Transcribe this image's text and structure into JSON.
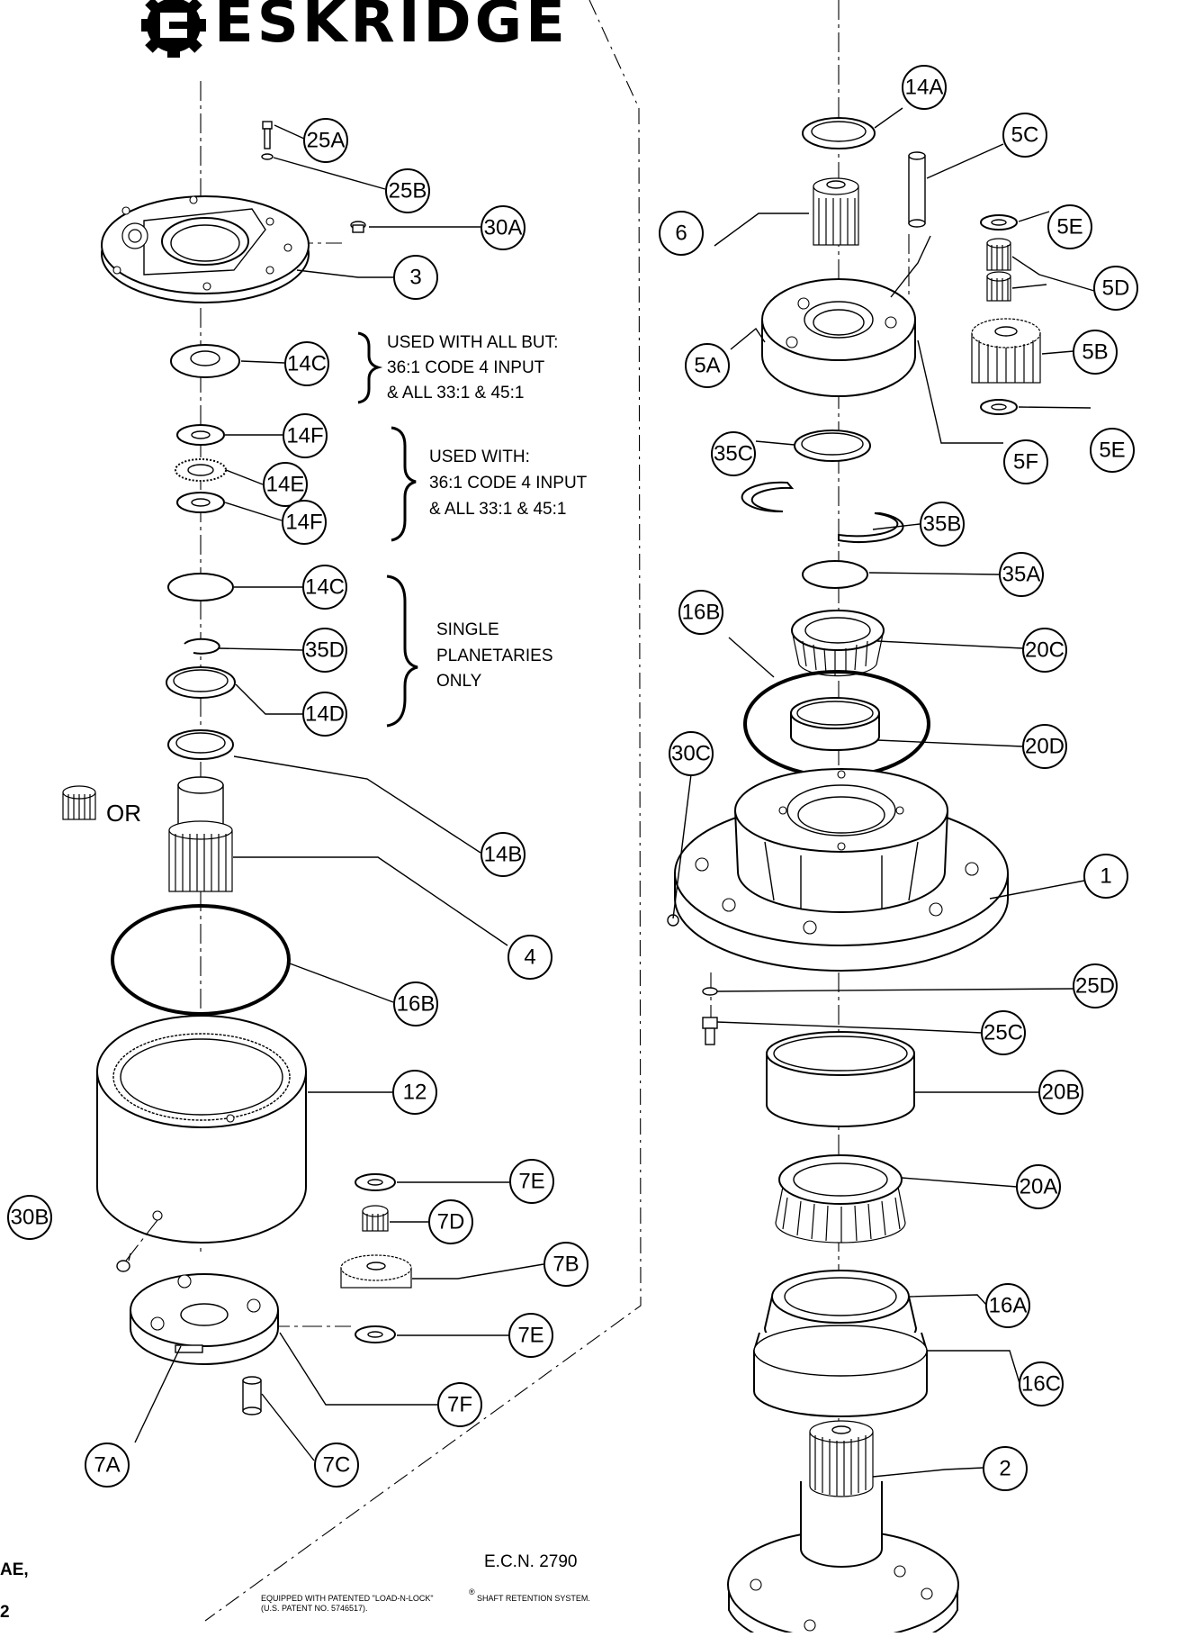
{
  "brand": {
    "logo_text": "ESKRIDGE"
  },
  "callouts": [
    {
      "id": "25A",
      "label": "25A"
    },
    {
      "id": "25B",
      "label": "25B"
    },
    {
      "id": "30A",
      "label": "30A"
    },
    {
      "id": "3",
      "label": "3"
    },
    {
      "id": "14C-top",
      "label": "14C"
    },
    {
      "id": "14F-top",
      "label": "14F"
    },
    {
      "id": "14E",
      "label": "14E"
    },
    {
      "id": "14F-bottom",
      "label": "14F"
    },
    {
      "id": "14C-mid",
      "label": "14C"
    },
    {
      "id": "35D",
      "label": "35D"
    },
    {
      "id": "14D",
      "label": "14D"
    },
    {
      "id": "14B",
      "label": "14B"
    },
    {
      "id": "4",
      "label": "4"
    },
    {
      "id": "16B-left",
      "label": "16B"
    },
    {
      "id": "12",
      "label": "12"
    },
    {
      "id": "30B",
      "label": "30B"
    },
    {
      "id": "7E-top",
      "label": "7E"
    },
    {
      "id": "7D",
      "label": "7D"
    },
    {
      "id": "7B",
      "label": "7B"
    },
    {
      "id": "7E-bottom",
      "label": "7E"
    },
    {
      "id": "7F",
      "label": "7F"
    },
    {
      "id": "7A",
      "label": "7A"
    },
    {
      "id": "7C",
      "label": "7C"
    },
    {
      "id": "14A",
      "label": "14A"
    },
    {
      "id": "5C",
      "label": "5C"
    },
    {
      "id": "6",
      "label": "6"
    },
    {
      "id": "5E-top",
      "label": "5E"
    },
    {
      "id": "5D",
      "label": "5D"
    },
    {
      "id": "5B",
      "label": "5B"
    },
    {
      "id": "5A",
      "label": "5A"
    },
    {
      "id": "5E-bottom",
      "label": "5E"
    },
    {
      "id": "5F",
      "label": "5F"
    },
    {
      "id": "35C",
      "label": "35C"
    },
    {
      "id": "35B",
      "label": "35B"
    },
    {
      "id": "35A",
      "label": "35A"
    },
    {
      "id": "16B-right",
      "label": "16B"
    },
    {
      "id": "20C",
      "label": "20C"
    },
    {
      "id": "20D",
      "label": "20D"
    },
    {
      "id": "30C",
      "label": "30C"
    },
    {
      "id": "1",
      "label": "1"
    },
    {
      "id": "25D",
      "label": "25D"
    },
    {
      "id": "25C",
      "label": "25C"
    },
    {
      "id": "20B",
      "label": "20B"
    },
    {
      "id": "20A",
      "label": "20A"
    },
    {
      "id": "16A",
      "label": "16A"
    },
    {
      "id": "16C",
      "label": "16C"
    },
    {
      "id": "2",
      "label": "2"
    }
  ],
  "notes": {
    "group1": [
      "USED WITH ALL BUT:",
      "36:1 CODE 4 INPUT",
      "& ALL 33:1 & 45:1"
    ],
    "group2": [
      "USED WITH:",
      "36:1 CODE 4 INPUT",
      "& ALL 33:1 & 45:1"
    ],
    "group3": [
      "SINGLE",
      "PLANETARIES",
      "ONLY"
    ],
    "or_label": "OR"
  },
  "footer": {
    "ecn": "E.C.N. 2790",
    "patent_line1": "EQUIPPED WITH PATENTED \"LOAD-N-LOCK\"",
    "patent_mark": "®",
    "patent_line1b": "SHAFT RETENTION SYSTEM.",
    "patent_line2": "(U.S. PATENT NO. 5746517).",
    "edge_fragment_1": "AE,",
    "edge_fragment_2": "2"
  }
}
